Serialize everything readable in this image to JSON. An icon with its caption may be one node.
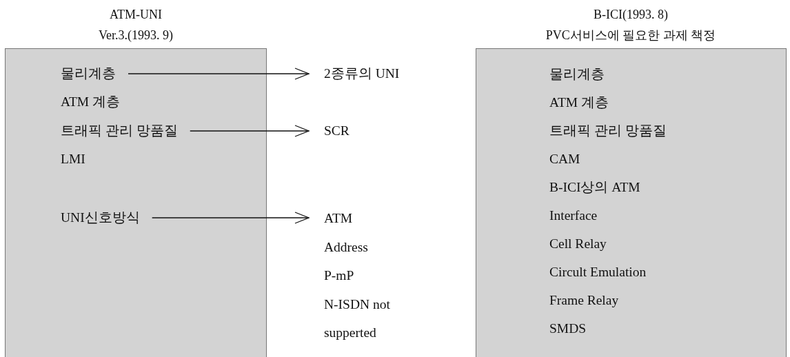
{
  "diagram": {
    "nodes": [
      {
        "text": [
          "ATM-UNI",
          "Ver.3.(1993. 9)"
        ]
      },
      {
        "text": [
          "물리계층"
        ],
        "in": 0
      },
      {
        "text": [
          "ATM 계층"
        ],
        "in": 0
      },
      {
        "text": [
          "트래픽 관리 망품질"
        ],
        "in": 0
      },
      {
        "text": [
          "LMI"
        ],
        "in": 0
      },
      {
        "text": [
          "UNI신호방식"
        ],
        "in": 0
      },
      {
        "text": [
          "2종류의 UNI"
        ]
      },
      {
        "text": [
          "SCR"
        ]
      },
      {
        "text": [
          "ATM Address",
          "P-mP",
          "N-ISDN not supperted"
        ]
      },
      {
        "text": [
          "B-ICI(1993. 8)",
          "PVC서비스에 필요한 과제 책정",
          "물리계층",
          "ATM 계층",
          "트래픽 관리 망품질",
          "CAM",
          "B-ICI상의 ATM Interface",
          "Cell Relay",
          "Circult Emulation",
          "Frame Relay",
          "SMDS"
        ]
      }
    ],
    "edges": [
      {
        "from": 1,
        "to": 6,
        "arrow": "to"
      },
      {
        "from": 3,
        "to": 7,
        "arrow": "to"
      },
      {
        "from": 5,
        "to": 8,
        "arrow": "to"
      }
    ]
  }
}
